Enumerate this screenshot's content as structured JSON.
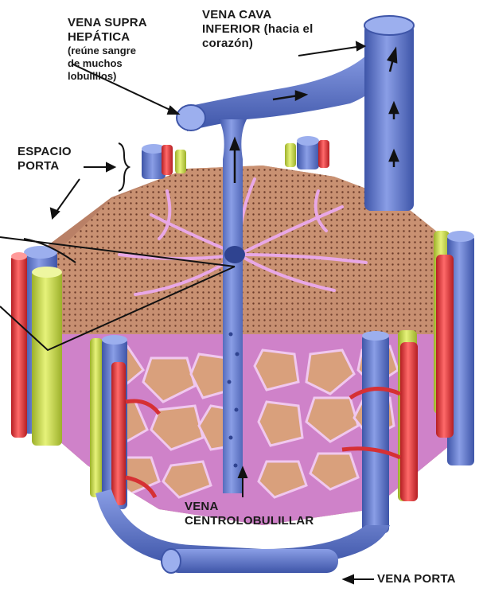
{
  "labels": {
    "vena_supra": {
      "line1": "VENA SUPRA",
      "line2": "HEPÁTICA",
      "note1": "(reúne sangre",
      "note2": "de muchos",
      "note3": "lobulillos)"
    },
    "vena_cava": {
      "line1": "VENA CAVA",
      "line2": "INFERIOR (hacia el",
      "line3": "corazón)"
    },
    "espacio_porta": {
      "line1": "ESPACIO",
      "line2": "PORTA"
    },
    "vena_centro": {
      "line1": "VENA",
      "line2": "CENTROLOBULILLAR"
    },
    "vena_porta": "VENA PORTA"
  },
  "colors": {
    "vein_blue": "#6f86d8",
    "vein_dark": "#3e55a8",
    "artery_red": "#e0383c",
    "bile_green": "#c8dc4a",
    "parenchyma": "#c48a6c",
    "sinusoid": "#c779c4",
    "label_text": "#1a1a1a"
  }
}
